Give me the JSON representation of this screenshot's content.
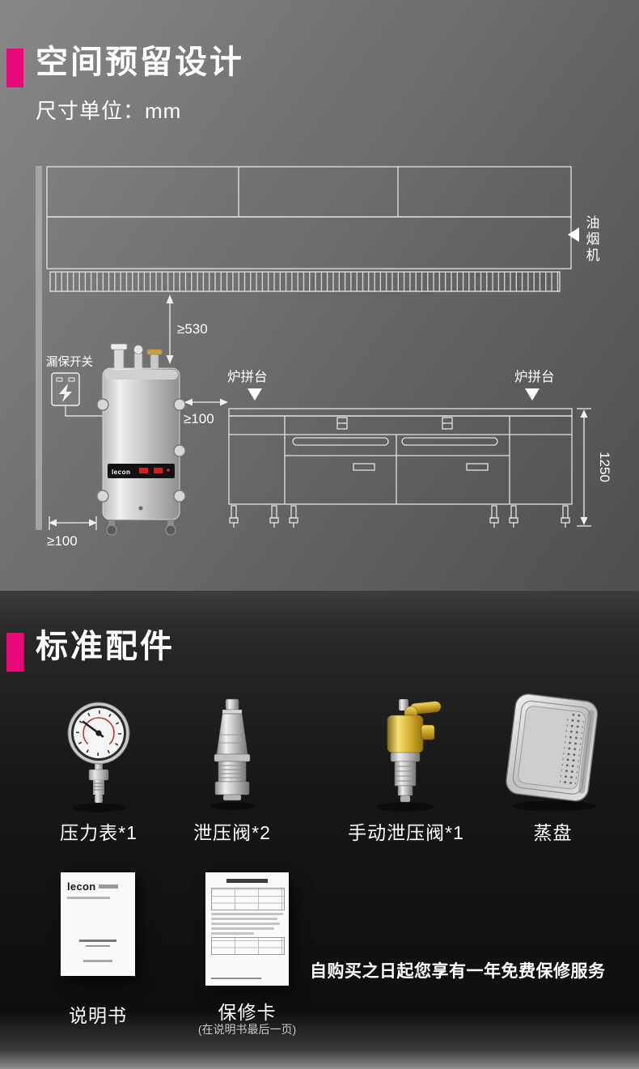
{
  "colors": {
    "accent": "#e60a78",
    "diagram_line": "#e3e3e3",
    "brass": "#d4a72c"
  },
  "top_section": {
    "title": "空间预留设计",
    "subtitle": "尺寸单位：mm",
    "diagram": {
      "hood_label": "油烟机",
      "clearance_hood": "≥530",
      "clearance_side": "≥100",
      "clearance_bottom": "≥100",
      "counter_height": "1250",
      "leakage_switch": "漏保开关",
      "counter_left": "炉拼台",
      "counter_right": "炉拼台",
      "machine_brand": "lecon"
    }
  },
  "bottom_section": {
    "title": "标准配件",
    "accessories": [
      {
        "label": "压力表*1",
        "icon": "pressure-gauge"
      },
      {
        "label": "泄压阀*2",
        "icon": "relief-valve"
      },
      {
        "label": "手动泄压阀*1",
        "icon": "manual-relief-valve"
      },
      {
        "label": "蒸盘",
        "icon": "steam-tray"
      }
    ],
    "documents": [
      {
        "label": "说明书",
        "brand": "lecon",
        "icon": "manual-book"
      },
      {
        "label": "保修卡",
        "note": "(在说明书最后一页)",
        "icon": "warranty-card"
      }
    ],
    "warranty_notice": "自购买之日起您享有一年免费保修服务"
  }
}
